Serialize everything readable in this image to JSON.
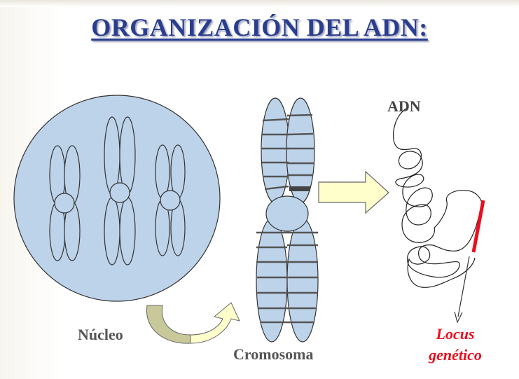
{
  "title": "ORGANIZACIÓN DEL ADN:",
  "labels": {
    "nucleus": "Núcleo",
    "chromosome": "Cromosoma",
    "dna": "ADN",
    "locus_line1": "Locus",
    "locus_line2": "genético"
  },
  "colors": {
    "title": "#2b3d8f",
    "fill_blue": "#bdd3ea",
    "locus_red": "#e8101e",
    "arrow_yellow": "#ffffcc",
    "arrow_olive": "#c8c89a"
  }
}
